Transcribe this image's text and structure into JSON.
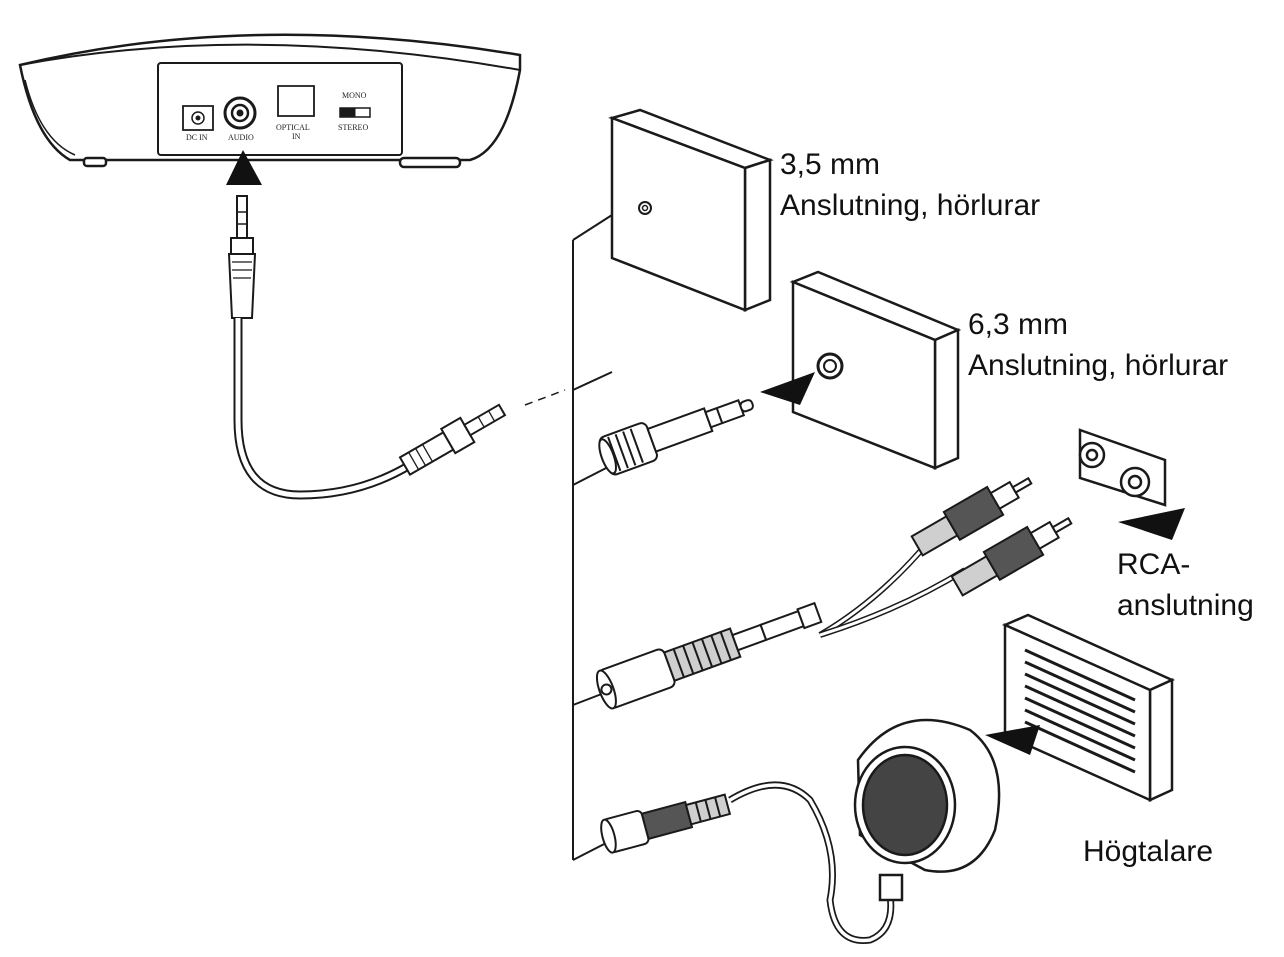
{
  "device": {
    "dc_in_label": "DC IN",
    "audio_label": "AUDIO",
    "optical_label_1": "OPTICAL",
    "optical_label_2": "IN",
    "mono_label": "MONO",
    "stereo_label": "STEREO"
  },
  "labels": {
    "jack_35_line1": "3,5 mm",
    "jack_35_line2": "Anslutning, hörlurar",
    "jack_63_line1": "6,3 mm",
    "jack_63_line2": "Anslutning, hörlurar",
    "rca_line1": "RCA-",
    "rca_line2": "anslutning",
    "speaker": "Högtalare"
  },
  "colors": {
    "line": "#1a1a1a",
    "fill_light": "#ffffff",
    "fill_mid": "#cfcfcf",
    "fill_dark": "#555555"
  }
}
